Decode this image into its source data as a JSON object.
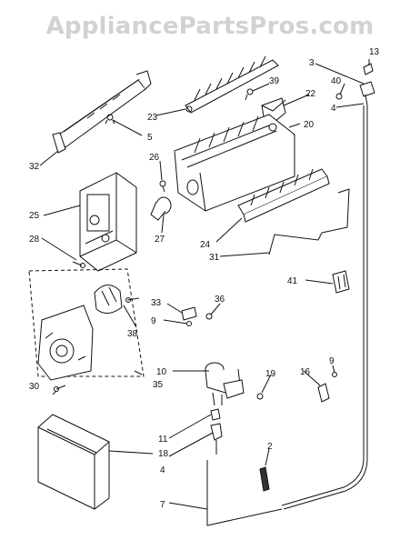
{
  "watermark": "AppliancePartsPros.com",
  "callouts": {
    "c3": "3",
    "c4a": "4",
    "c4b": "4",
    "c5": "5",
    "c7": "7",
    "c9a": "9",
    "c9b": "9",
    "c10": "10",
    "c11": "11",
    "c13": "13",
    "c16": "16",
    "c18": "18",
    "c19": "19",
    "c2": "2",
    "c20": "20",
    "c22": "22",
    "c23": "23",
    "c24": "24",
    "c25": "25",
    "c26": "26",
    "c27": "27",
    "c28": "28",
    "c30": "30",
    "c31": "31",
    "c32": "32",
    "c33": "33",
    "c35": "35",
    "c36": "36",
    "c38": "38",
    "c39": "39",
    "c40": "40",
    "c41": "41"
  },
  "colors": {
    "line": "#111111",
    "watermark": "#d2d2d2"
  }
}
